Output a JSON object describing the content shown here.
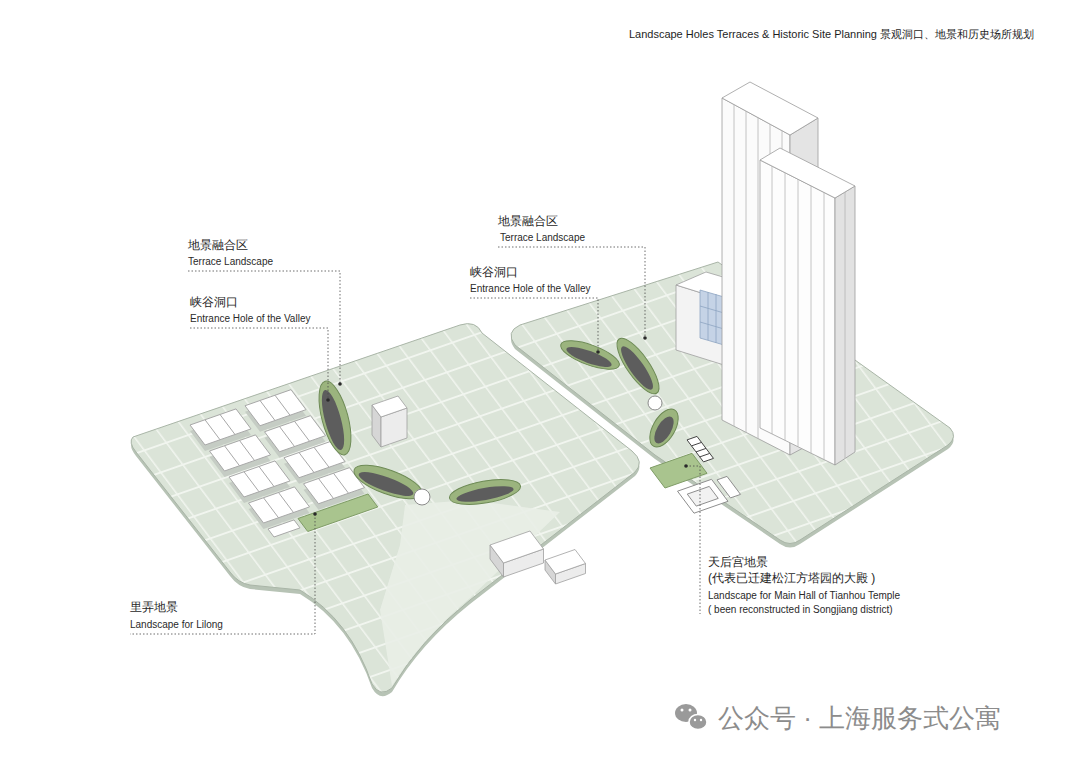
{
  "diagram": {
    "title": "Landscape Holes Terraces & Historic Site Planning 景观洞口、地景和历史场所规划",
    "labels": [
      "地景融合区",
      "Terrace Landscape",
      "峡谷洞口",
      "Entrance Hole of the Valley",
      "地景融合区",
      "Terrace Landscape",
      "峡谷洞口",
      "Entrance Hole of the Valley",
      "里弄地景",
      "Landscape for Lilong",
      "天后宫地景",
      "(代表已迁建松江方塔园的大殿 )",
      "Landscape for Main Hall of Tianhou Temple",
      "( been reconstructed in Songjiang district)",
      "公众号 · 上海服务式公寓"
    ]
  }
}
